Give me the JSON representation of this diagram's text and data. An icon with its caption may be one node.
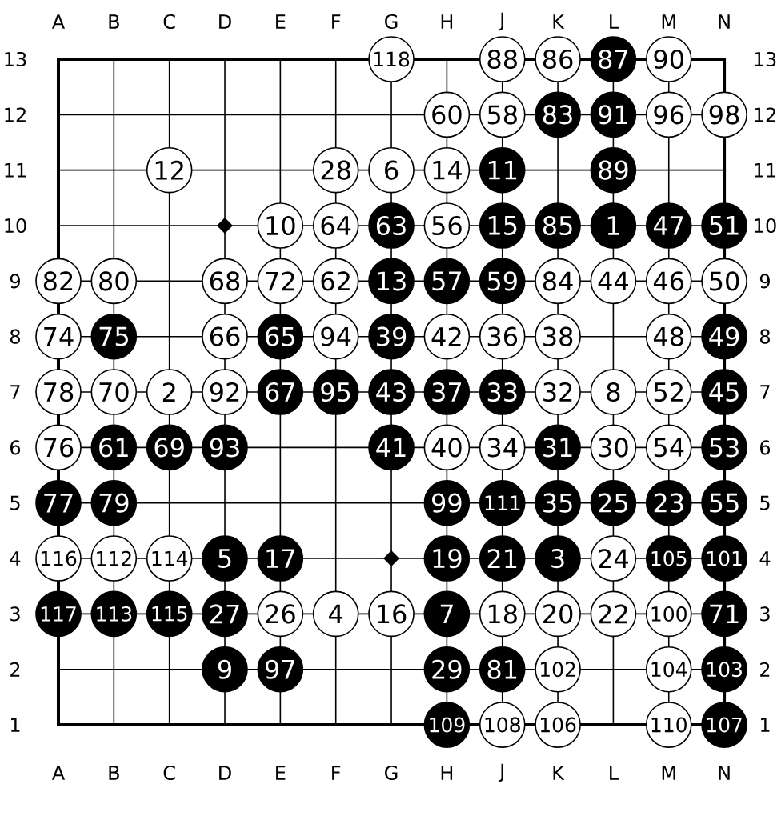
{
  "diagram": {
    "nodes": [
      {
        "text": [
          "118"
        ]
      },
      {
        "text": [
          "88"
        ]
      },
      {
        "text": [
          "86"
        ]
      },
      {
        "text": [
          "87"
        ]
      },
      {
        "text": [
          "90"
        ]
      },
      {
        "text": [
          "60"
        ]
      },
      {
        "text": [
          "58"
        ]
      },
      {
        "text": [
          "83"
        ]
      },
      {
        "text": [
          "91"
        ]
      },
      {
        "text": [
          "96"
        ]
      },
      {
        "text": [
          "98"
        ]
      },
      {
        "text": [
          "12"
        ]
      },
      {
        "text": [
          "28"
        ]
      },
      {
        "text": [
          "6"
        ]
      },
      {
        "text": [
          "14"
        ]
      },
      {
        "text": [
          "11"
        ]
      },
      {
        "text": [
          "89"
        ]
      },
      {
        "text": [
          "10"
        ]
      },
      {
        "text": [
          "64"
        ]
      },
      {
        "text": [
          "63"
        ]
      },
      {
        "text": [
          "56"
        ]
      },
      {
        "text": [
          "15"
        ]
      },
      {
        "text": [
          "85"
        ]
      },
      {
        "text": [
          "1"
        ]
      },
      {
        "text": [
          "47"
        ]
      },
      {
        "text": [
          "51"
        ]
      },
      {
        "text": [
          "82"
        ]
      },
      {
        "text": [
          "80"
        ]
      },
      {
        "text": [
          "68"
        ]
      },
      {
        "text": [
          "72"
        ]
      },
      {
        "text": [
          "62"
        ]
      },
      {
        "text": [
          "13"
        ]
      },
      {
        "text": [
          "57"
        ]
      },
      {
        "text": [
          "59"
        ]
      },
      {
        "text": [
          "84"
        ]
      },
      {
        "text": [
          "44"
        ]
      },
      {
        "text": [
          "46"
        ]
      },
      {
        "text": [
          "50"
        ]
      },
      {
        "text": [
          "74"
        ]
      },
      {
        "text": [
          "75"
        ]
      },
      {
        "text": [
          "66"
        ]
      },
      {
        "text": [
          "65"
        ]
      },
      {
        "text": [
          "94"
        ]
      },
      {
        "text": [
          "39"
        ]
      },
      {
        "text": [
          "42"
        ]
      },
      {
        "text": [
          "36"
        ]
      },
      {
        "text": [
          "38"
        ]
      },
      {
        "text": [
          "48"
        ]
      },
      {
        "text": [
          "49"
        ]
      },
      {
        "text": [
          "78"
        ]
      },
      {
        "text": [
          "70"
        ]
      },
      {
        "text": [
          "2"
        ]
      },
      {
        "text": [
          "92"
        ]
      },
      {
        "text": [
          "67"
        ]
      },
      {
        "text": [
          "95"
        ]
      },
      {
        "text": [
          "43"
        ]
      },
      {
        "text": [
          "37"
        ]
      },
      {
        "text": [
          "33"
        ]
      },
      {
        "text": [
          "32"
        ]
      },
      {
        "text": [
          "8"
        ]
      },
      {
        "text": [
          "52"
        ]
      },
      {
        "text": [
          "45"
        ]
      },
      {
        "text": [
          "76"
        ]
      },
      {
        "text": [
          "61"
        ]
      },
      {
        "text": [
          "69"
        ]
      },
      {
        "text": [
          "93"
        ]
      },
      {
        "text": [
          "41"
        ]
      },
      {
        "text": [
          "40"
        ]
      },
      {
        "text": [
          "34"
        ]
      },
      {
        "text": [
          "31"
        ]
      },
      {
        "text": [
          "30"
        ]
      },
      {
        "text": [
          "54"
        ]
      },
      {
        "text": [
          "53"
        ]
      },
      {
        "text": [
          "77"
        ]
      },
      {
        "text": [
          "79"
        ]
      },
      {
        "text": [
          "99"
        ]
      },
      {
        "text": [
          "111"
        ]
      },
      {
        "text": [
          "35"
        ]
      },
      {
        "text": [
          "25"
        ]
      },
      {
        "text": [
          "23"
        ]
      },
      {
        "text": [
          "55"
        ]
      },
      {
        "text": [
          "116"
        ]
      },
      {
        "text": [
          "112"
        ]
      },
      {
        "text": [
          "114"
        ]
      },
      {
        "text": [
          "5"
        ]
      },
      {
        "text": [
          "17"
        ]
      },
      {
        "text": [
          "19"
        ]
      },
      {
        "text": [
          "21"
        ]
      },
      {
        "text": [
          "3"
        ]
      },
      {
        "text": [
          "24"
        ]
      },
      {
        "text": [
          "105"
        ]
      },
      {
        "text": [
          "101"
        ]
      },
      {
        "text": [
          "117"
        ]
      },
      {
        "text": [
          "113"
        ]
      },
      {
        "text": [
          "115"
        ]
      },
      {
        "text": [
          "27"
        ]
      },
      {
        "text": [
          "26"
        ]
      },
      {
        "text": [
          "4"
        ]
      },
      {
        "text": [
          "16"
        ]
      },
      {
        "text": [
          "7"
        ]
      },
      {
        "text": [
          "18"
        ]
      },
      {
        "text": [
          "20"
        ]
      },
      {
        "text": [
          "22"
        ]
      },
      {
        "text": [
          "100"
        ]
      },
      {
        "text": [
          "71"
        ]
      },
      {
        "text": [
          "9"
        ]
      },
      {
        "text": [
          "97"
        ]
      },
      {
        "text": [
          "29"
        ]
      },
      {
        "text": [
          "81"
        ]
      },
      {
        "text": [
          "102"
        ]
      },
      {
        "text": [
          "104"
        ]
      },
      {
        "text": [
          "103"
        ]
      },
      {
        "text": [
          "109"
        ]
      },
      {
        "text": [
          "108"
        ]
      },
      {
        "text": [
          "106"
        ]
      },
      {
        "text": [
          "110"
        ]
      },
      {
        "text": [
          "107"
        ]
      }
    ],
    "labels": [
      "A",
      "B",
      "C",
      "D",
      "E",
      "F",
      "G",
      "H",
      "J",
      "K",
      "L",
      "M",
      "N",
      "13",
      "13",
      "12",
      "12",
      "11",
      "11",
      "10",
      "10",
      "9",
      "9",
      "8",
      "8",
      "7",
      "7",
      "6",
      "6",
      "5",
      "5",
      "4",
      "4",
      "3",
      "3",
      "2",
      "2",
      "1",
      "1",
      "A",
      "B",
      "C",
      "D",
      "E",
      "F",
      "G",
      "H",
      "J",
      "K",
      "L",
      "M",
      "N"
    ]
  }
}
